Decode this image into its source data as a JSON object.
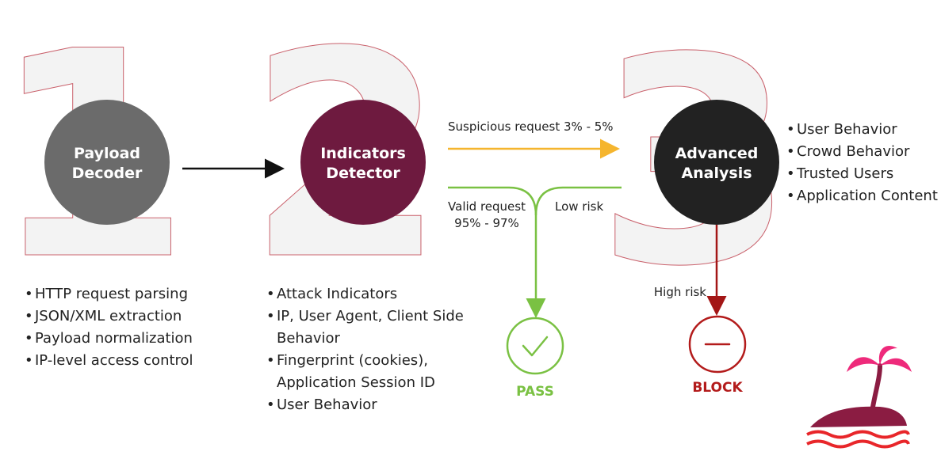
{
  "stages": [
    {
      "number": "1",
      "title_line1": "Payload",
      "title_line2": "Decoder",
      "color": "#6b6b6b",
      "bullets": [
        "HTTP request parsing",
        "JSON/XML extraction",
        "Payload normalization",
        "IP-level access control"
      ]
    },
    {
      "number": "2",
      "title_line1": "Indicators",
      "title_line2": "Detector",
      "color": "#6e1a3f",
      "bullets": [
        "Attack Indicators",
        "IP, User Agent, Client Side",
        "Behavior",
        "Fingerprint (cookies),",
        "Application Session ID",
        "User Behavior"
      ]
    },
    {
      "number": "3",
      "title_line1": "Advanced",
      "title_line2": "Analysis",
      "color": "#222222",
      "bullets": [
        "User Behavior",
        "Crowd Behavior",
        "Trusted Users",
        "Application Content"
      ]
    }
  ],
  "edges": {
    "suspicious": "Suspicious request 3% - 5%",
    "valid_line1": "Valid request",
    "valid_line2": "95% - 97%",
    "low_risk": "Low risk",
    "high_risk": "High risk"
  },
  "outcomes": {
    "pass": {
      "label": "PASS",
      "color": "#7ac143"
    },
    "block": {
      "label": "BLOCK",
      "color": "#b31b1b"
    }
  },
  "colors": {
    "arrow_suspicious": "#f5b52e",
    "arrow_valid": "#7ac143",
    "arrow_block": "#a31616",
    "outline_numbers": "#c9606b",
    "logo_pink": "#ee2a7b",
    "logo_maroon": "#8b1c42",
    "logo_red": "#e8262a"
  }
}
